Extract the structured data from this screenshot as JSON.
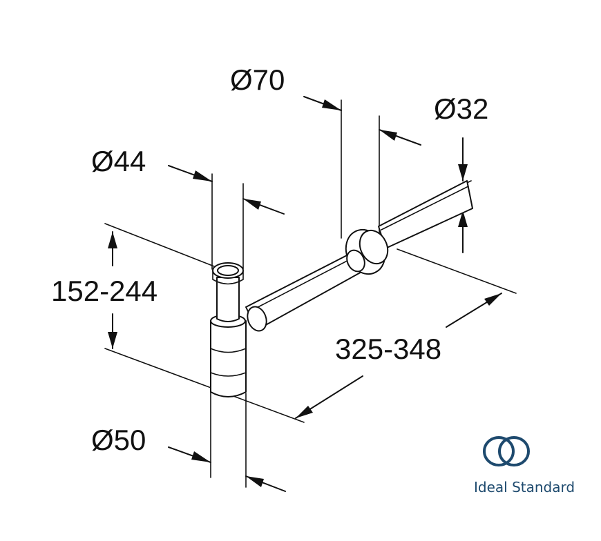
{
  "dimensions": {
    "outlet_diameter": "Ø70",
    "wall_pipe_diameter": "Ø32",
    "inlet_diameter": "Ø44",
    "height_range": "152-244",
    "length_range": "325-348",
    "bottle_diameter": "Ø50"
  },
  "brand": {
    "name": "Ideal Standard",
    "logo_icon": "interlocking-rings-icon",
    "color": "#1e4a6e"
  },
  "colors": {
    "line": "#111111",
    "background": "#ffffff"
  }
}
